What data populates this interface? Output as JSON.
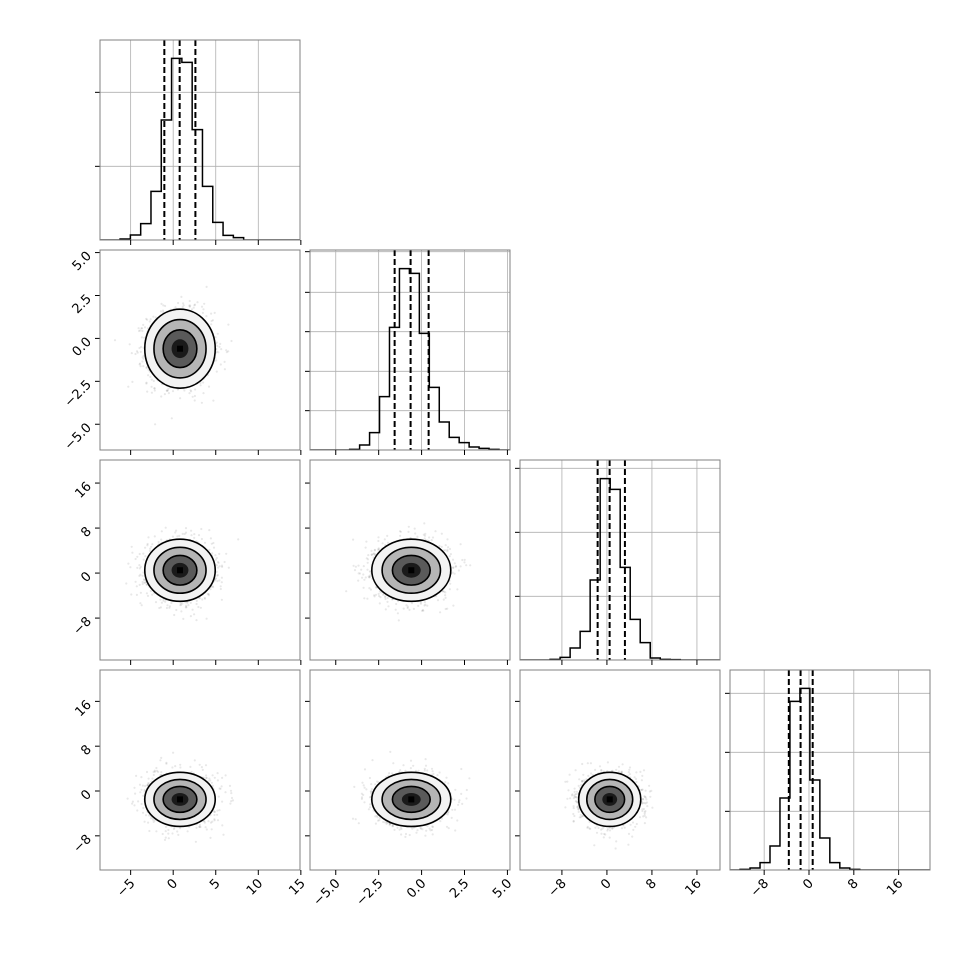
{
  "chart_data": {
    "type": "corner",
    "title": "",
    "params": [
      {
        "range": [
          -8.6,
          14.9
        ],
        "ticks": [
          -5,
          0,
          5,
          10,
          15
        ],
        "tick_labels": [
          "−5",
          "0",
          "5",
          "10",
          "15"
        ],
        "mean": 0.8,
        "sigma": 1.8
      },
      {
        "range": [
          -6.5,
          5.15
        ],
        "ticks": [
          -5,
          -2.5,
          0,
          2.5,
          5
        ],
        "tick_labels": [
          "−5.0",
          "−2.5",
          "0.0",
          "2.5",
          "5.0"
        ],
        "mean": -0.6,
        "sigma": 1.0
      },
      {
        "range": [
          -15.45,
          20.1
        ],
        "ticks": [
          -8,
          0,
          8,
          16
        ],
        "tick_labels": [
          "−8",
          "0",
          "8",
          "16"
        ],
        "mean": 0.5,
        "sigma": 2.4
      },
      {
        "range": [
          -14.1,
          21.6
        ],
        "ticks": [
          -8,
          0,
          8,
          16
        ],
        "tick_labels": [
          "−8",
          "0",
          "8",
          "16"
        ],
        "mean": -1.5,
        "sigma": 2.1
      }
    ],
    "histograms": [
      {
        "bin_start": -6.24,
        "bin_width": 1.21,
        "counts": [
          3,
          15,
          49,
          146,
          360,
          545,
          533,
          331,
          161,
          53,
          14,
          7
        ],
        "ylim": [
          0,
          600
        ],
        "yticks": [
          221,
          443
        ],
        "quantiles": [
          -1.04,
          0.76,
          2.61
        ]
      },
      {
        "bin_start": -4.19,
        "bin_width": 0.58,
        "counts": [
          2,
          15,
          52,
          160,
          368,
          544,
          530,
          350,
          188,
          84,
          38,
          22,
          9,
          5,
          2
        ],
        "ylim": [
          0,
          600
        ],
        "yticks": [
          118,
          236,
          355,
          473,
          595
        ],
        "quantiles": [
          -1.57,
          -0.64,
          0.41
        ]
      },
      {
        "bin_start": -10.1,
        "bin_width": 1.78,
        "counts": [
          2,
          8,
          36,
          86,
          240,
          544,
          512,
          278,
          122,
          52,
          6,
          2,
          1
        ],
        "ylim": [
          0,
          600
        ],
        "yticks": [
          191,
          383,
          575
        ],
        "quantiles": [
          -1.65,
          0.48,
          3.2
        ]
      },
      {
        "bin_start": -12.3,
        "bin_width": 1.78,
        "counts": [
          2,
          6,
          22,
          72,
          216,
          506,
          545,
          270,
          96,
          22,
          6,
          2
        ],
        "ylim": [
          0,
          600
        ],
        "yticks": [
          176,
          353,
          530
        ],
        "quantiles": [
          -3.6,
          -1.5,
          0.66
        ]
      }
    ],
    "contour_levels_sigma": [
      0.55,
      1.1,
      1.7,
      2.3
    ],
    "contour_fills": [
      "#1a1a1a",
      "#5a5a5a",
      "#b5b5b5",
      "#f3f3f3"
    ],
    "colors": {
      "line": "#000000",
      "grid": "#b0b0b0",
      "frame": "#808080",
      "points": "#000000"
    }
  }
}
